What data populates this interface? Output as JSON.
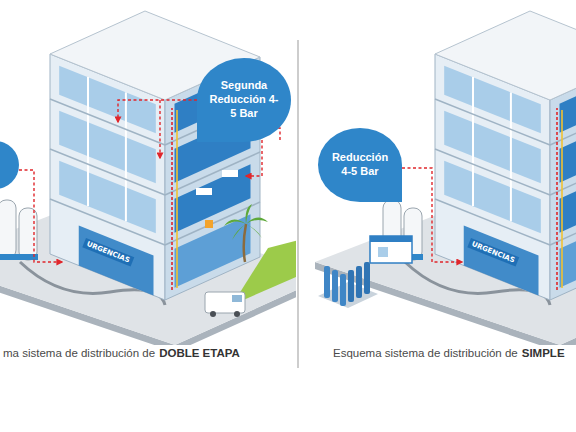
{
  "diagram": {
    "nodes": [
      {
        "text": [
          "Segunda Reducción 4-5 Bar"
        ]
      },
      {
        "text": [
          "Reducción 4-5 Bar"
        ]
      }
    ],
    "labels": [
      "URGENCIAS",
      "URGENCIAS",
      "ma sistema de distribución de",
      "DOBLE ETAPA",
      "Esquema sistema de distribución de",
      "SIMPLE"
    ]
  }
}
